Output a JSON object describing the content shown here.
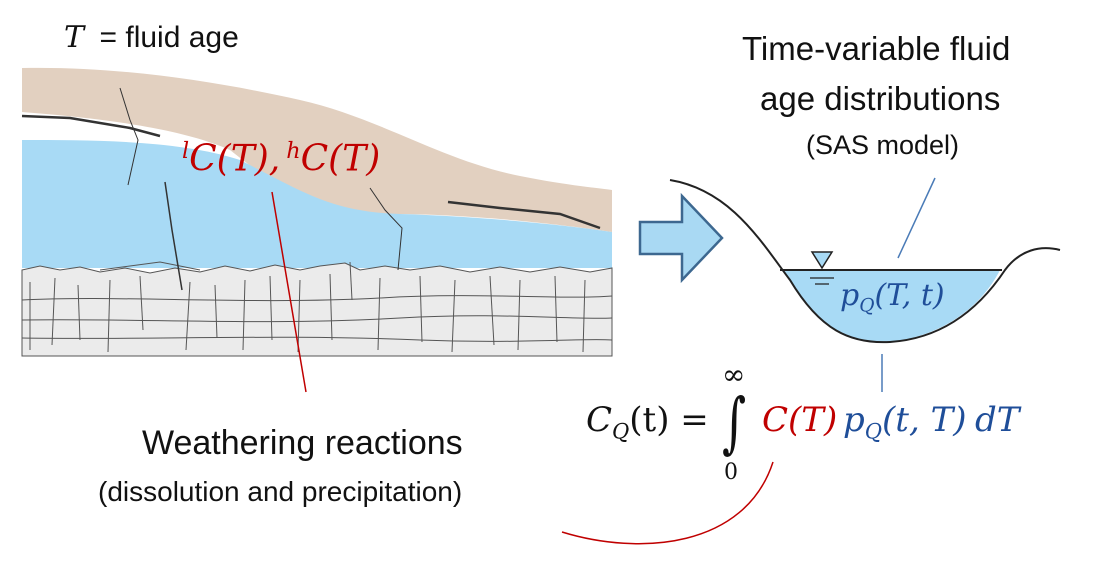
{
  "fluid_age": {
    "symbol": "T",
    "definition": "= fluid age"
  },
  "rock_label": {
    "light_prefix": "l",
    "heavy_prefix": "h",
    "concentration": "C(T)",
    "separator": ","
  },
  "sas_title": {
    "line1": "Time-variable fluid",
    "line2": "age distributions",
    "line3": "(SAS model)"
  },
  "stream_label": {
    "base": "p",
    "subscript": "Q",
    "args": "(T, t)"
  },
  "equation": {
    "lhs_base": "C",
    "lhs_subscript": "Q",
    "lhs_args": "(t) =",
    "integral_sign": "∫",
    "upper_limit": "∞",
    "lower_limit": "0",
    "concentration": "C(T)",
    "pdf_base": "p",
    "pdf_subscript": "Q",
    "pdf_args": "(t, T)",
    "differential": "dT"
  },
  "weathering": {
    "title": "Weathering reactions",
    "subtitle": "(dissolution and precipitation)"
  },
  "colors": {
    "soil": "#e2d0c0",
    "groundwater": "#a8daf5",
    "bedrock": "#ebebeb",
    "arrow": "#a9d9f3",
    "arrow_stroke": "#3d6890",
    "red_accent": "#c00000",
    "blue_accent": "#1f4e99"
  }
}
